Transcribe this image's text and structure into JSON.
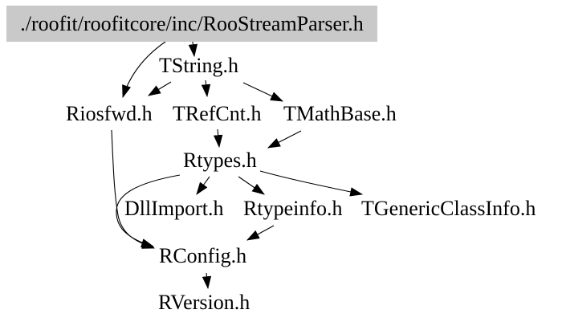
{
  "diagram": {
    "kind": "include-dependency-graph",
    "root": {
      "label": "./roofit/roofitcore/inc/RooStreamParser.h"
    },
    "nodes": [
      {
        "id": "tstring",
        "label": "TString.h"
      },
      {
        "id": "riosfwd",
        "label": "Riosfwd.h"
      },
      {
        "id": "trefcnt",
        "label": "TRefCnt.h"
      },
      {
        "id": "tmathbase",
        "label": "TMathBase.h"
      },
      {
        "id": "rtypes",
        "label": "Rtypes.h"
      },
      {
        "id": "dllimport",
        "label": "DllImport.h"
      },
      {
        "id": "rtypeinfo",
        "label": "Rtypeinfo.h"
      },
      {
        "id": "tgenericclassinfo",
        "label": "TGenericClassInfo.h"
      },
      {
        "id": "rconfig",
        "label": "RConfig.h"
      },
      {
        "id": "rversion",
        "label": "RVersion.h"
      }
    ],
    "edges": [
      {
        "from": "./roofit/roofitcore/inc/RooStreamParser.h",
        "to": "TString.h"
      },
      {
        "from": "./roofit/roofitcore/inc/RooStreamParser.h",
        "to": "Riosfwd.h"
      },
      {
        "from": "TString.h",
        "to": "Riosfwd.h"
      },
      {
        "from": "TString.h",
        "to": "TRefCnt.h"
      },
      {
        "from": "TString.h",
        "to": "TMathBase.h"
      },
      {
        "from": "TRefCnt.h",
        "to": "Rtypes.h"
      },
      {
        "from": "TMathBase.h",
        "to": "Rtypes.h"
      },
      {
        "from": "Rtypes.h",
        "to": "DllImport.h"
      },
      {
        "from": "Rtypes.h",
        "to": "Rtypeinfo.h"
      },
      {
        "from": "Rtypes.h",
        "to": "TGenericClassInfo.h"
      },
      {
        "from": "Rtypes.h",
        "to": "RConfig.h"
      },
      {
        "from": "Riosfwd.h",
        "to": "RConfig.h"
      },
      {
        "from": "Rtypeinfo.h",
        "to": "RConfig.h"
      },
      {
        "from": "RConfig.h",
        "to": "RVersion.h"
      }
    ],
    "colors": {
      "root_fill": "#c9c9c9",
      "edge": "#000000",
      "text": "#000000",
      "background": "#ffffff"
    }
  }
}
